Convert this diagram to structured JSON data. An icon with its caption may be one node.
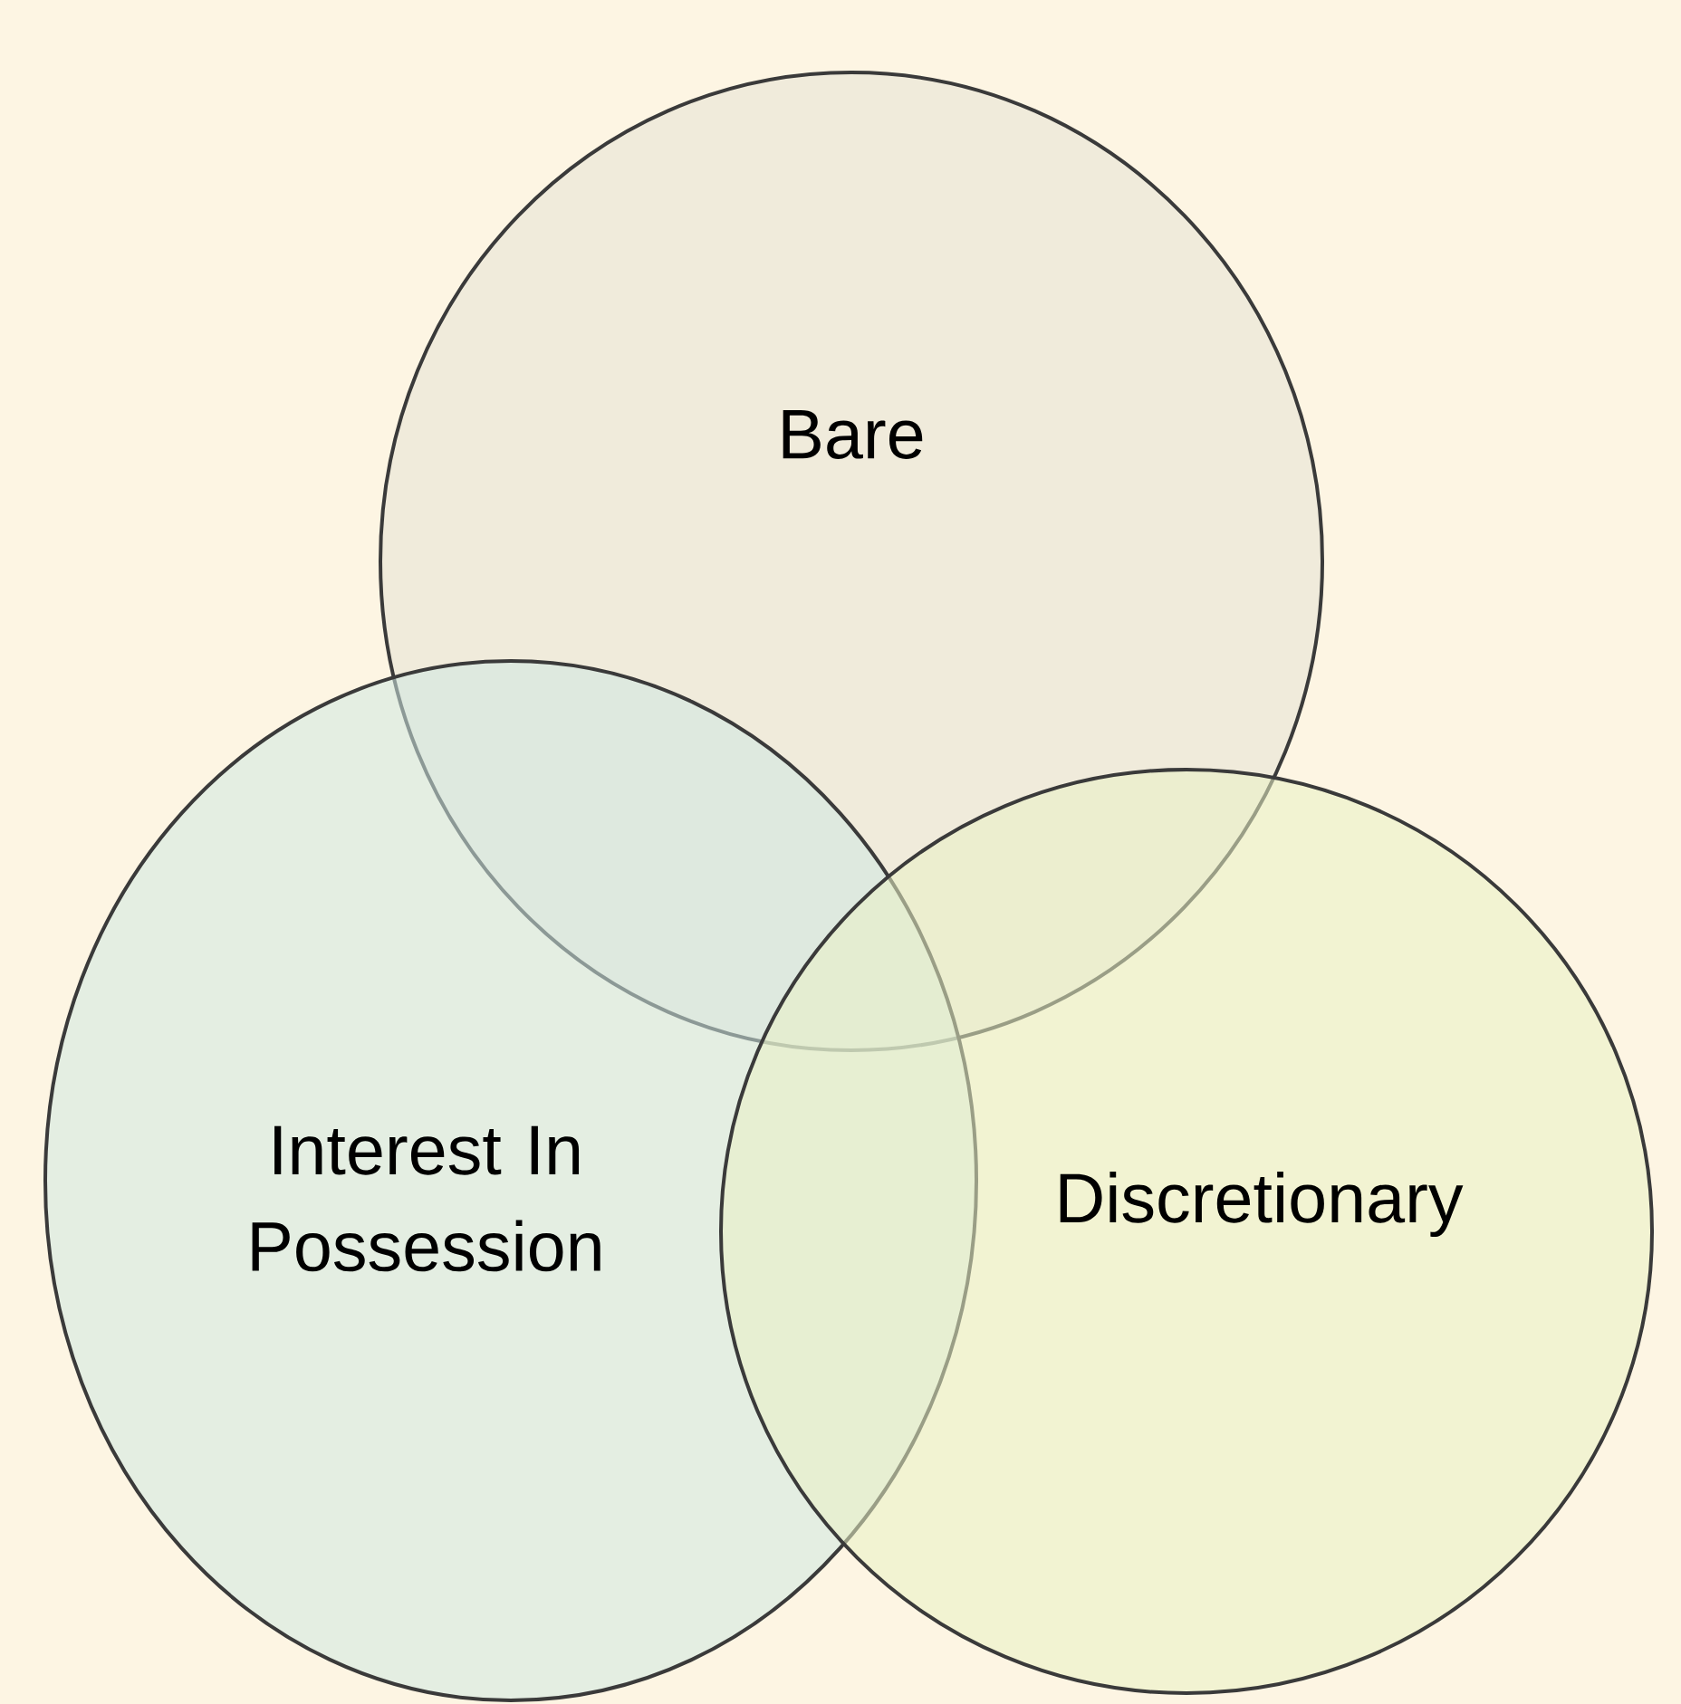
{
  "diagram": {
    "nodes": [
      {
        "text": [
          "Bare"
        ]
      },
      {
        "text": [
          "Interest In Possession"
        ]
      },
      {
        "text": [
          "Discretionary"
        ]
      }
    ]
  }
}
